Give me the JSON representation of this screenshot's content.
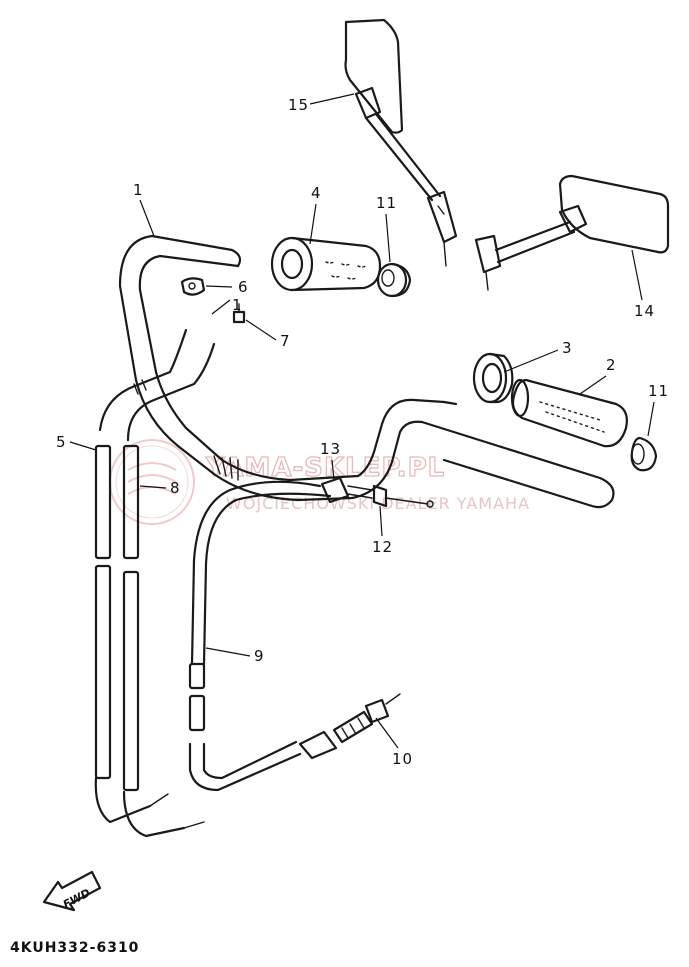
{
  "watermark": {
    "brand": "YAMA-SKLEP.PL",
    "subtitle": "WOJCIECHOWSKI DEALER YAMAHA",
    "logo": "yamaha-tuning-fork-logo",
    "logo_color": "#e9b9b9"
  },
  "diagram_code": "4KUH332-6310",
  "direction_label": "FWD",
  "callouts": [
    "1",
    "2",
    "3",
    "4",
    "5",
    "6",
    "7",
    "8",
    "9",
    "10",
    "11",
    "11",
    "12",
    "13",
    "14",
    "15",
    "1"
  ]
}
